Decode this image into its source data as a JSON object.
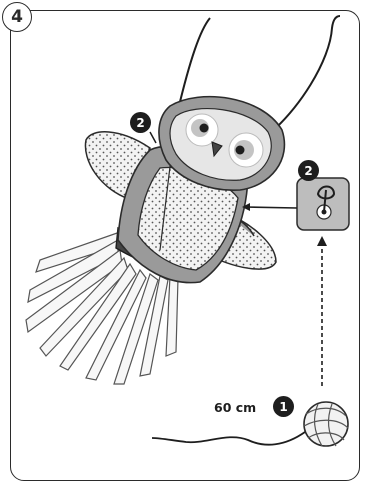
{
  "step": {
    "number": "4"
  },
  "markers": {
    "owl_attach": "2",
    "holder_attach": "2",
    "yarn_step": "1"
  },
  "yarn": {
    "length_label": "60 cm"
  },
  "colors": {
    "outline": "#2b2b2b",
    "body_gray": "#9a9a9a",
    "light_gray": "#d6d6d6",
    "cheek_pink": "#b8b8b8"
  }
}
